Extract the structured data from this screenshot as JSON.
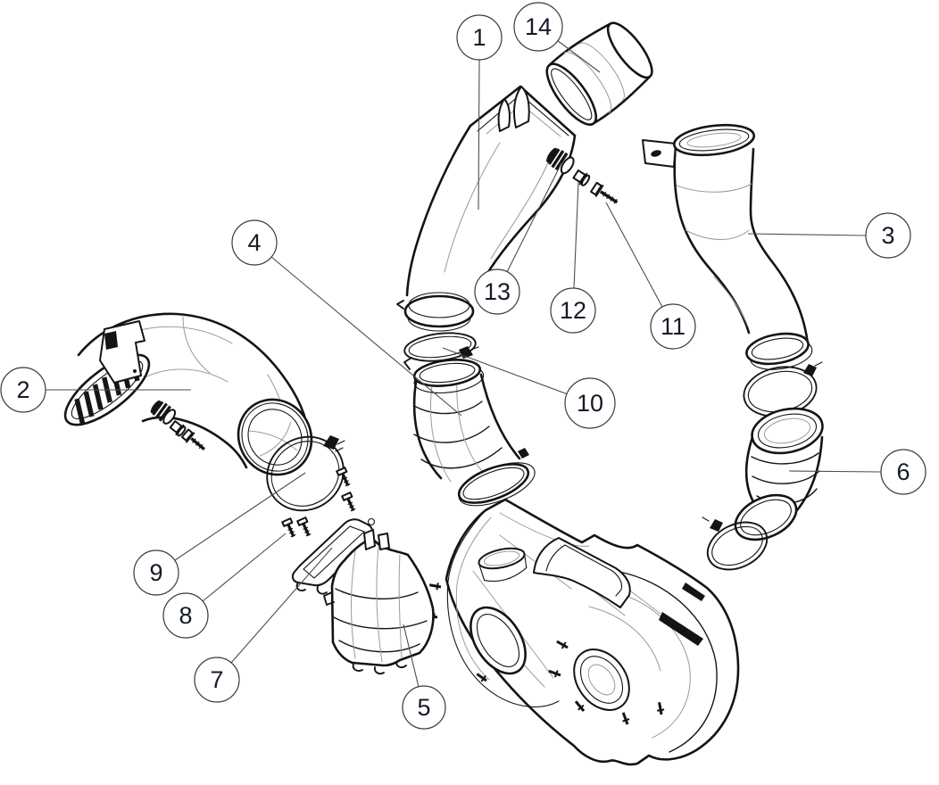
{
  "diagram": {
    "type": "exploded-parts-diagram",
    "background_color": "#ffffff",
    "outline_color": "#141414",
    "detail_color": "#9a9a9a",
    "leader_color": "#4d4d4d",
    "callout_text_color": "#151a28",
    "callouts": [
      {
        "label": "1"
      },
      {
        "label": "2"
      },
      {
        "label": "3"
      },
      {
        "label": "4"
      },
      {
        "label": "5"
      },
      {
        "label": "6"
      },
      {
        "label": "7"
      },
      {
        "label": "8"
      },
      {
        "label": "9"
      },
      {
        "label": "10"
      },
      {
        "label": "11"
      },
      {
        "label": "12"
      },
      {
        "label": "13"
      },
      {
        "label": "14"
      }
    ]
  }
}
